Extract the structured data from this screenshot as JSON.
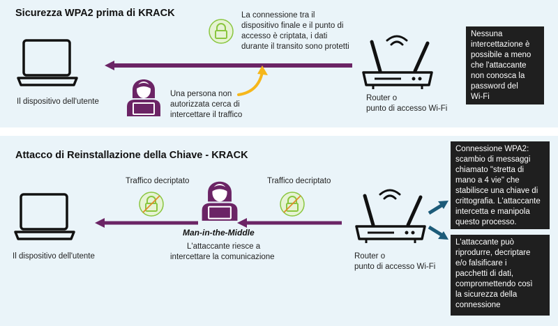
{
  "colors": {
    "purple": "#6b2465",
    "lock_green": "#8ac63f",
    "bg_panel": "#eaf4f9",
    "box_bg": "#1f1f1f",
    "orange": "#f6b71b",
    "teal_arrow": "#1c5b79"
  },
  "top": {
    "title": "Sicurezza WPA2 prima di KRACK",
    "device_label": "Il dispositivo dell'utente",
    "lock_note": [
      "La connessione tra il",
      "dispositivo finale e il punto di",
      "accesso è criptata, i dati",
      "durante il transito sono protetti"
    ],
    "attacker_note": [
      "Una persona non",
      "autorizzata cerca di",
      "intercettare il traffico"
    ],
    "router_label": [
      "Router o",
      "punto di accesso Wi-Fi"
    ],
    "box": [
      "Nessuna",
      "intercettazione è",
      "possibile a meno",
      "che l'attaccante",
      "non conosca la",
      "password del",
      "Wi-Fi"
    ]
  },
  "bottom": {
    "title": "Attacco di Reinstallazione della Chiave - KRACK",
    "device_label": "Il dispositivo dell'utente",
    "decrypted_left": "Traffico decriptato",
    "decrypted_right": "Traffico decriptato",
    "mitm_label": "Man-in-the-Middle",
    "mitm_note": [
      "L'attaccante riesce a",
      "intercettare la comunicazione"
    ],
    "router_label": [
      "Router o",
      "punto di accesso Wi-Fi"
    ],
    "box1": [
      "Connessione WPA2:",
      "scambio di messaggi",
      "chiamato \"stretta di",
      "mano a 4 vie\" che",
      "stabilisce una chiave di",
      "crittografia. L'attaccante",
      "intercetta e manipola",
      "questo processo."
    ],
    "box2": [
      "L'attaccante può",
      "riprodurre, decriptare",
      "e/o falsificare i",
      "pacchetti di dati,",
      "compromettendo così",
      "la sicurezza della",
      "connessione"
    ]
  },
  "icons": [
    "laptop-icon",
    "router-icon",
    "lock-icon",
    "hacker-icon",
    "arrow-icon"
  ]
}
